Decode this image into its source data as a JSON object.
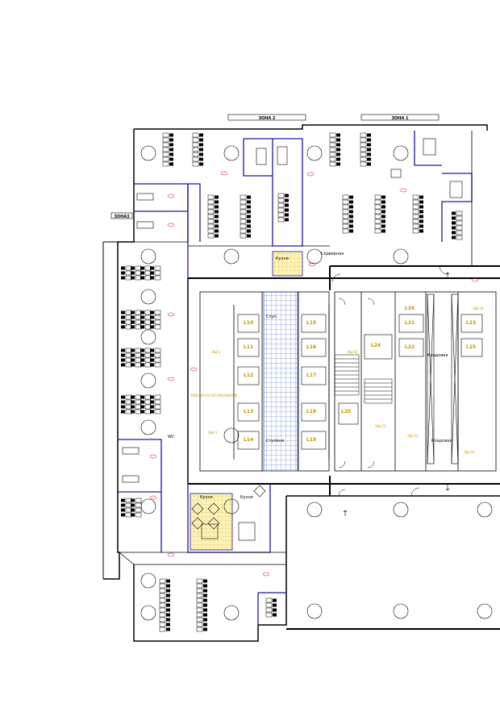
{
  "zones": {
    "zone1": "ЗОНА 1",
    "zone2": "ЗОНА 2",
    "zone3": "ЗОНА3"
  },
  "rooms": {
    "server": "Серверная",
    "kitchen": "Кухня",
    "stairs_top": "Ступ.",
    "stairs_bottom": "Ступени",
    "pantry": "Кладовая",
    "pantry2": "Кладовая",
    "wc_a": "WC",
    "meeting_labels": [
      "L10",
      "L11",
      "L12",
      "L13",
      "L14",
      "L15",
      "L16",
      "L17",
      "L18",
      "L19",
      "L20",
      "L21",
      "L22",
      "L23",
      "L24",
      "L25",
      "L26"
    ],
    "tech_labels": [
      "ЭЩ-1",
      "ЭЩ-3",
      "ЭЩ-10",
      "ЭЩ-11",
      "ЭЩ-12",
      "ЭЩ-14",
      "ЭЩ-16"
    ],
    "side_note": "ТРЕБУЕТСЯ СОГЛАСОВАНИЕ"
  },
  "colors": {
    "wall": "#000000",
    "partition": "#1a1aa6",
    "room_label": "#c89400",
    "hatch": "#2255cc",
    "highlight": "#f5e27a",
    "tag": "#cc0000"
  }
}
